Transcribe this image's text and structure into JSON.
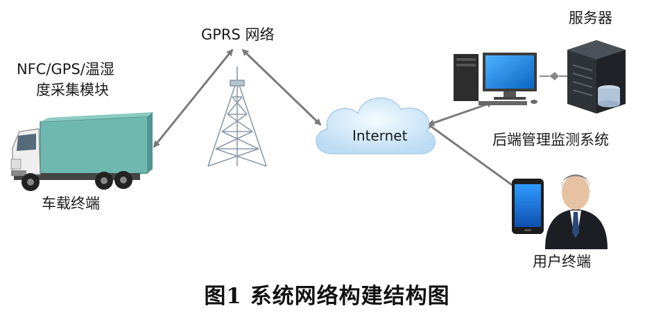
{
  "nodes": {
    "truck": {
      "label_line1": "NFC/GPS/温湿",
      "label_line2": "度采集模块",
      "bottom_label": "车载终端"
    },
    "tower": {
      "label": "GPRS 网络"
    },
    "cloud": {
      "label": "Internet"
    },
    "server": {
      "top_label": "服务器",
      "bottom_label": "后端管理监测系统"
    },
    "user": {
      "label": "用户终端"
    }
  },
  "caption": "图1  系统网络构建结构图",
  "colors": {
    "truck_box": "#6fb8b0",
    "truck_cab": "#eeeeee",
    "cloud": "#cfe6f7",
    "arrow": "#7a7a7a",
    "monitor": "#1e88d8",
    "server": "#2e3338"
  }
}
